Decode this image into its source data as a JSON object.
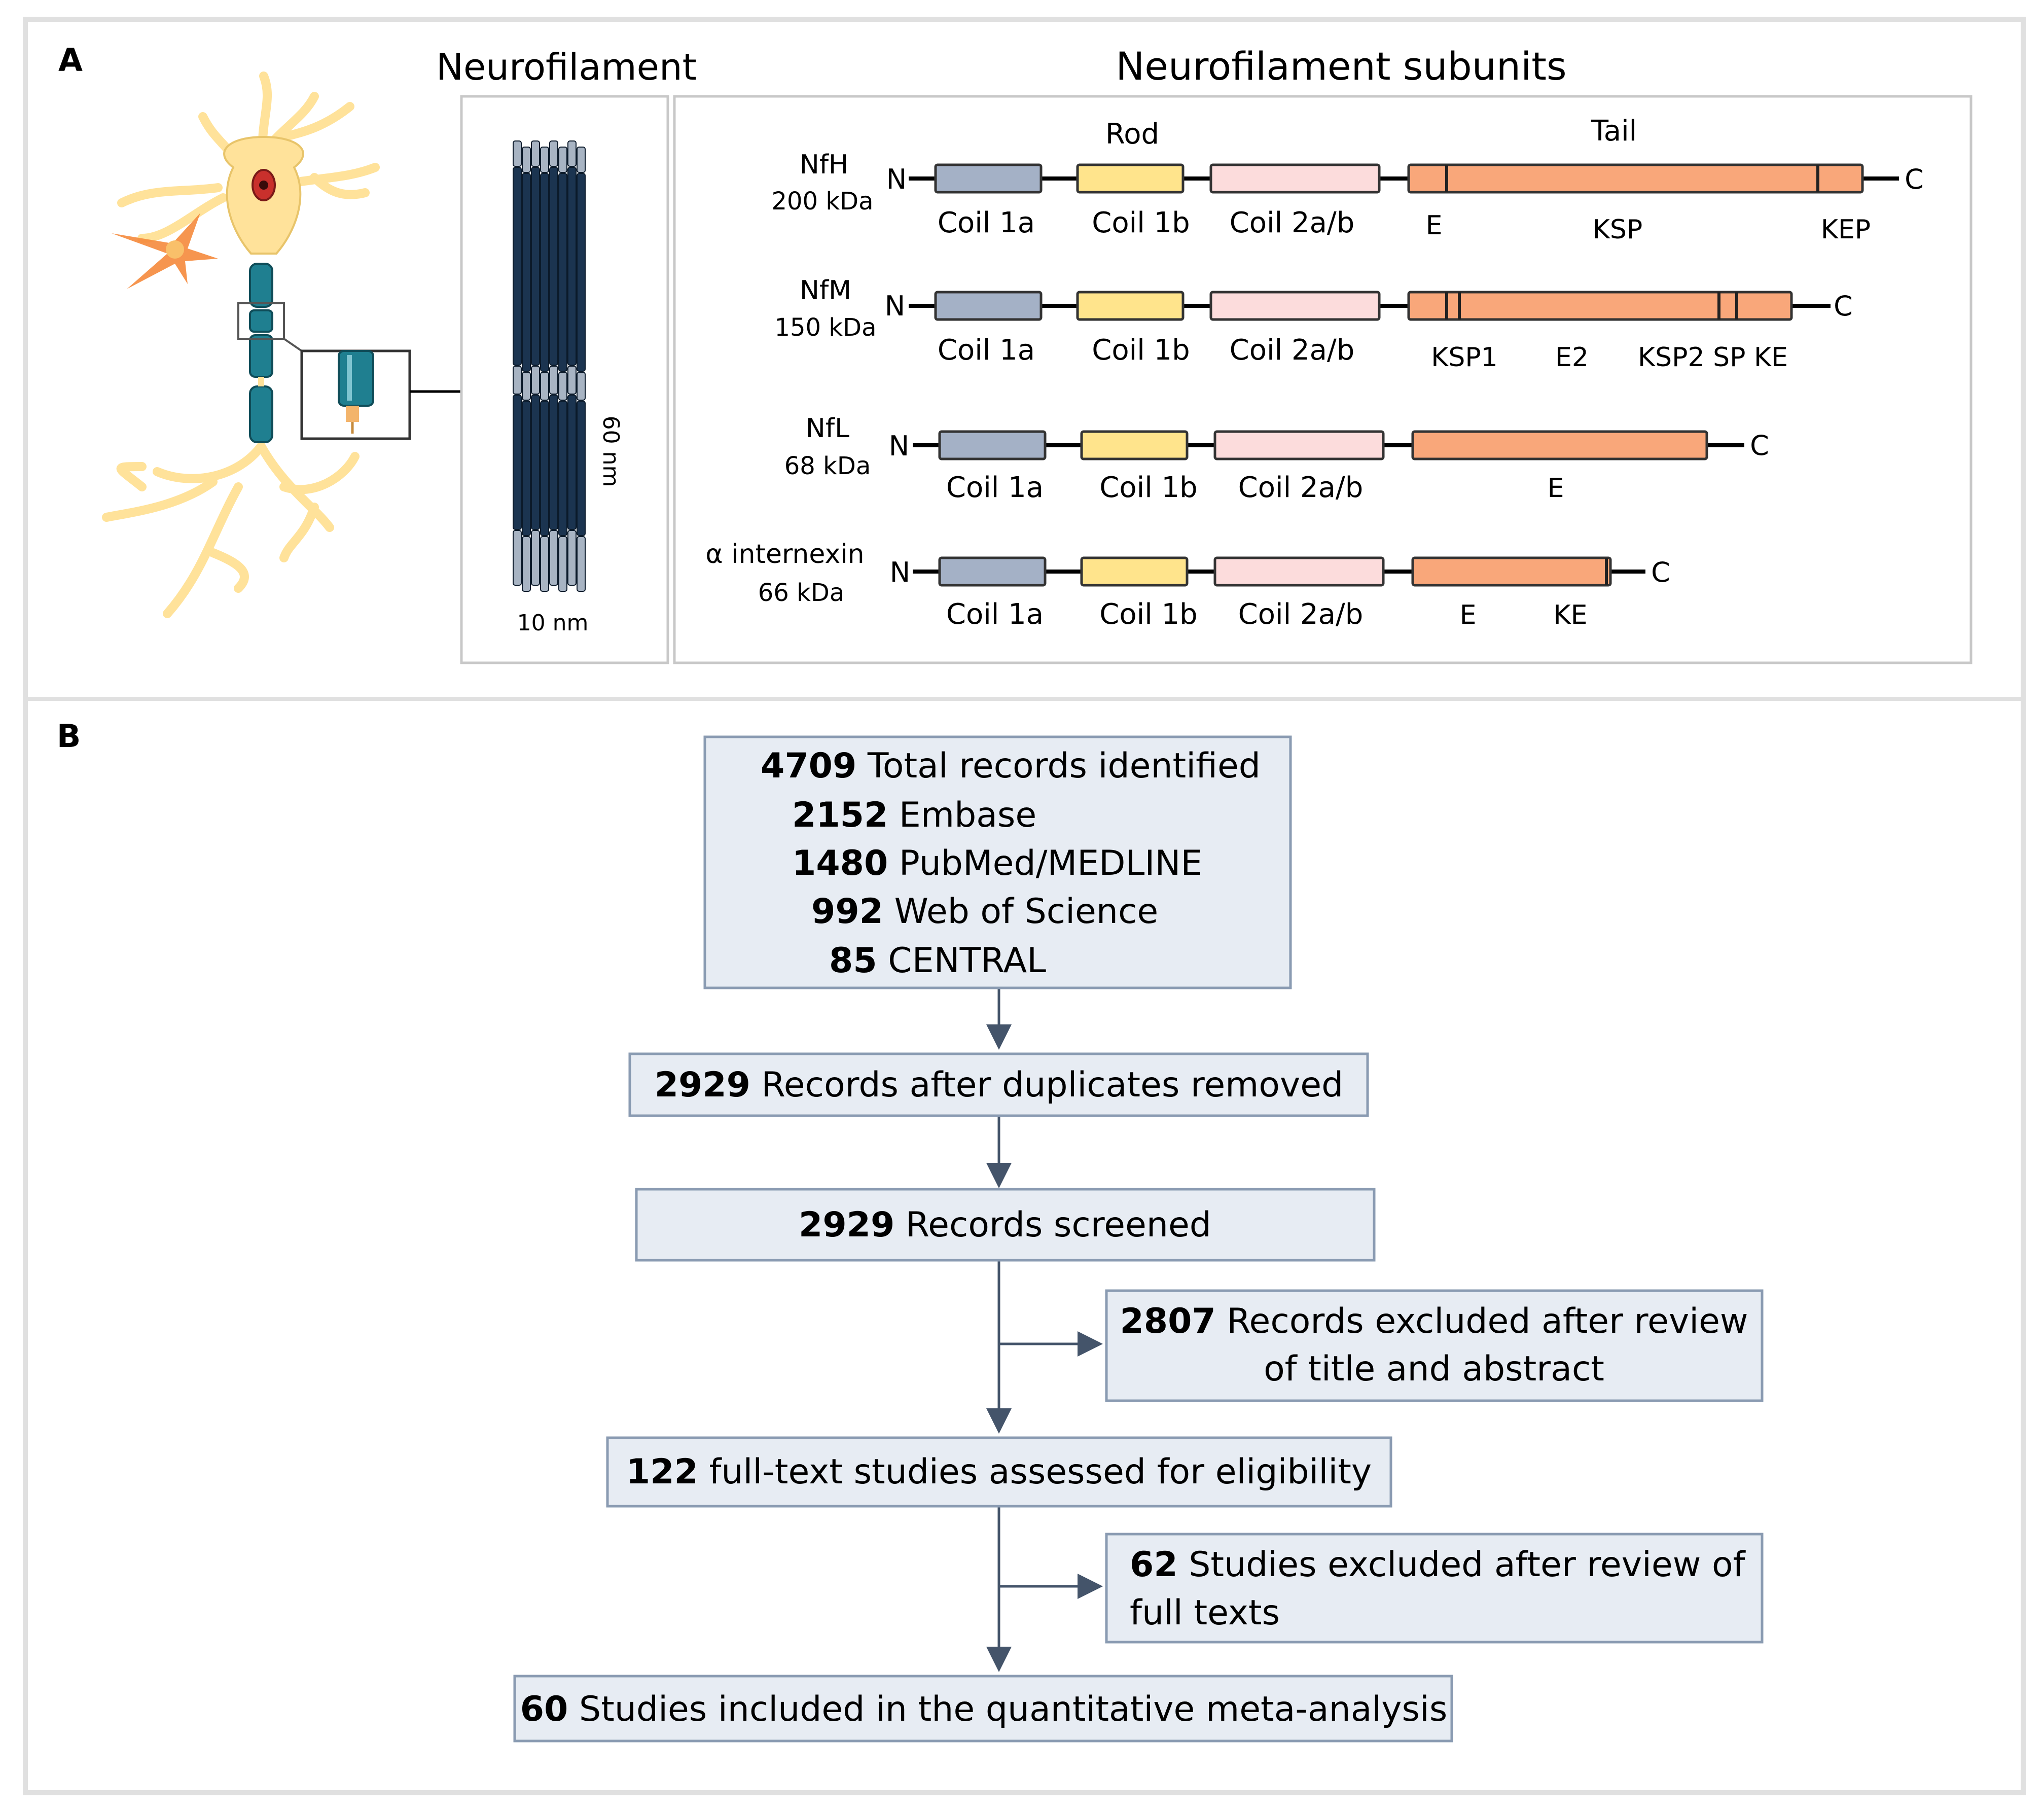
{
  "colors": {
    "frame": "#e0e0e0",
    "coil1a": "#a4b1c6",
    "coil1b": "#ffe48c",
    "coil2": "#fcdcdc",
    "tail": "#f9a77a",
    "flowBox": "#e7ecf3",
    "flowBorder": "#8a9bb2",
    "arrow": "#44546a",
    "filamentDark": "#1b3450",
    "filamentLight": "#a8b4c3",
    "axon": "#1f7f90",
    "soma": "#ffe29a",
    "glia": "#f58a3c"
  },
  "panelA": {
    "label": "A",
    "neurofilament_title": "Neurofilament",
    "subunits_title": "Neurofilament subunits",
    "dim_length": "60 nm",
    "dim_width": "10 nm",
    "rod_label": "Rod",
    "tail_label": "Tail",
    "n_label": "N",
    "c_label": "C",
    "coil_labels": [
      "Coil 1a",
      "Coil 1b",
      "Coil 2a/b"
    ],
    "subunits": [
      {
        "name": "NfH",
        "weight": "200 kDa",
        "tail_labels": [
          "E",
          "KSP",
          "KEP"
        ]
      },
      {
        "name": "NfM",
        "weight": "150 kDa",
        "tail_labels": [
          "KSP1",
          "E2",
          "KSP2 SP KE"
        ]
      },
      {
        "name": "NfL",
        "weight": "68 kDa",
        "tail_labels": [
          "E"
        ]
      },
      {
        "name": "α internexin",
        "weight": "66 kDa",
        "tail_labels": [
          "E",
          "KE"
        ]
      }
    ]
  },
  "panelB": {
    "label": "B",
    "box1": {
      "lines": [
        {
          "num": "4709",
          "text": " Total records identified"
        },
        {
          "num": "2152",
          "text": " Embase"
        },
        {
          "num": "1480",
          "text": " PubMed/MEDLINE"
        },
        {
          "num": "992",
          "text": " Web of Science"
        },
        {
          "num": "85",
          "text": " CENTRAL"
        }
      ]
    },
    "box2": {
      "num": "2929",
      "text": " Records after duplicates removed"
    },
    "box3": {
      "num": "2929",
      "text": " Records screened"
    },
    "excl1": {
      "num": "2807",
      "text": " Records excluded after review",
      "line2": "of title and abstract"
    },
    "box4": {
      "num": "122",
      "text": " full-text studies assessed for eligibility"
    },
    "excl2": {
      "num": "62",
      "text": " Studies excluded after review of",
      "line2": "full texts"
    },
    "box5": {
      "num": "60",
      "text": " Studies included in the quantitative meta-analysis"
    }
  }
}
